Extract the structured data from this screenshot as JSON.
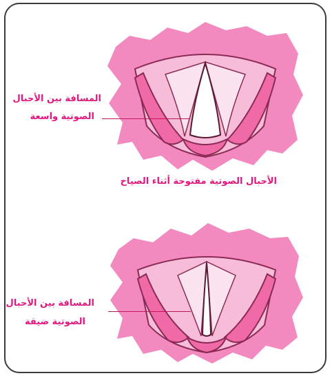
{
  "colors": {
    "accent": "#e0177f",
    "tissue": "#f28ac0",
    "border": "#3a3a3a"
  },
  "top": {
    "label_line1": "المسافة بين الأحبال",
    "label_line2": "الصوتية واسعة",
    "caption": "الأحبال الصوتية مفتوحة أثناء الصياح"
  },
  "bottom": {
    "label_line1": "المسافة بين الأحبال",
    "label_line2": "الصوتية ضيقة"
  }
}
